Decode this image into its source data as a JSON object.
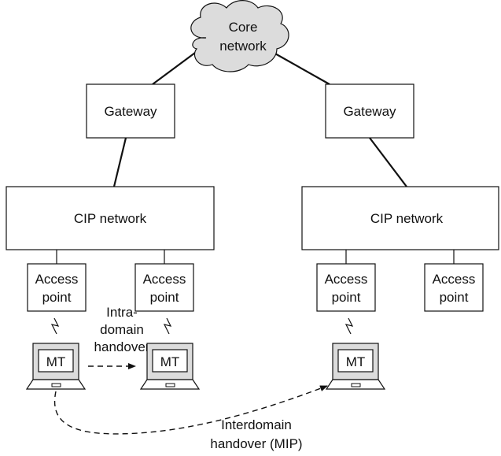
{
  "cloud": {
    "line1": "Core",
    "line2": "network"
  },
  "gateways": [
    {
      "label": "Gateway"
    },
    {
      "label": "Gateway"
    }
  ],
  "cip_networks": [
    {
      "label": "CIP network"
    },
    {
      "label": "CIP network"
    }
  ],
  "access_points": [
    {
      "line1": "Access",
      "line2": "point"
    },
    {
      "line1": "Access",
      "line2": "point"
    },
    {
      "line1": "Access",
      "line2": "point"
    },
    {
      "line1": "Access",
      "line2": "point"
    }
  ],
  "terminals": [
    {
      "label": "MT"
    },
    {
      "label": "MT"
    },
    {
      "label": "MT"
    }
  ],
  "intra_handover": {
    "line1": "Intra-",
    "line2": "domain",
    "line3": "handover"
  },
  "inter_handover": {
    "line1": "Interdomain",
    "line2": "handover (MIP)"
  }
}
